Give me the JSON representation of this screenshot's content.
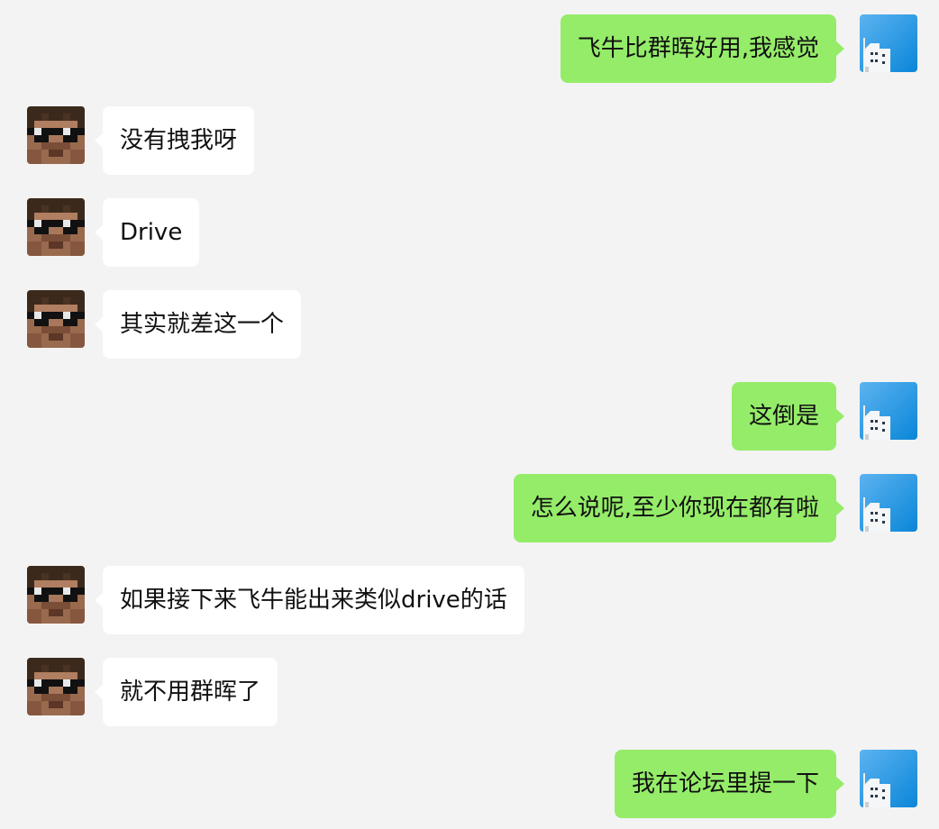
{
  "chat": {
    "messages": [
      {
        "side": "right",
        "text": "飞牛比群晖好用,我感觉",
        "avatar": "building-sky-avatar"
      },
      {
        "side": "left",
        "text": "没有拽我呀",
        "avatar": "pixel-sunglasses-avatar"
      },
      {
        "side": "left",
        "text": "Drive",
        "avatar": "pixel-sunglasses-avatar"
      },
      {
        "side": "left",
        "text": "其实就差这一个",
        "avatar": "pixel-sunglasses-avatar"
      },
      {
        "side": "right",
        "text": "这倒是",
        "avatar": "building-sky-avatar"
      },
      {
        "side": "right",
        "text": "怎么说呢,至少你现在都有啦",
        "avatar": "building-sky-avatar"
      },
      {
        "side": "left",
        "text": "如果接下来飞牛能出来类似drive的话",
        "avatar": "pixel-sunglasses-avatar"
      },
      {
        "side": "left",
        "text": "就不用群晖了",
        "avatar": "pixel-sunglasses-avatar"
      },
      {
        "side": "right",
        "text": "我在论坛里提一下",
        "avatar": "building-sky-avatar"
      }
    ]
  },
  "colors": {
    "background": "#f3f3f3",
    "self_bubble": "#95ec69",
    "other_bubble": "#ffffff",
    "text": "#111111"
  }
}
